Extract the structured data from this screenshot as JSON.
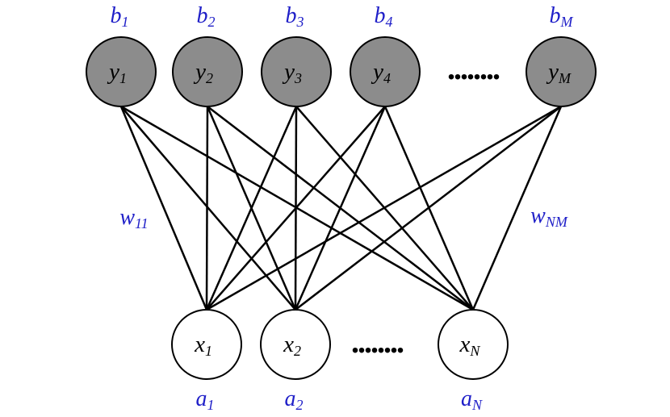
{
  "colors": {
    "hidden_fill": "#8c8c8c",
    "visible_fill": "#ffffff",
    "stroke": "#000000",
    "label_blue": "#1f1fc8"
  },
  "hidden_units": [
    {
      "name": "y",
      "sub": "1",
      "bias_name": "b",
      "bias_sub": "1"
    },
    {
      "name": "y",
      "sub": "2",
      "bias_name": "b",
      "bias_sub": "2"
    },
    {
      "name": "y",
      "sub": "3",
      "bias_name": "b",
      "bias_sub": "3"
    },
    {
      "name": "y",
      "sub": "4",
      "bias_name": "b",
      "bias_sub": "4"
    },
    {
      "name": "y",
      "sub": "M",
      "bias_name": "b",
      "bias_sub": "M"
    }
  ],
  "visible_units": [
    {
      "name": "x",
      "sub": "1",
      "bias_name": "a",
      "bias_sub": "1"
    },
    {
      "name": "x",
      "sub": "2",
      "bias_name": "a",
      "bias_sub": "2"
    },
    {
      "name": "x",
      "sub": "N",
      "bias_name": "a",
      "bias_sub": "N"
    }
  ],
  "ellipsis": "........",
  "weights": [
    {
      "name": "w",
      "sub": "11"
    },
    {
      "name": "w",
      "sub": "NM"
    }
  ]
}
